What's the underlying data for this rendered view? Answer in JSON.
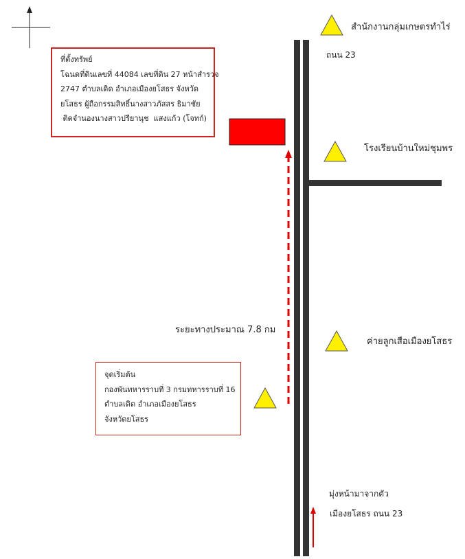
{
  "north_arrow": {
    "name": "north-arrow"
  },
  "property_box": {
    "title": "ที่ตั้งทรัพย์",
    "lines": [
      "โฉนดที่ดินเลขที่ 44084 เลขที่ดิน 27 หน้าสำรวจ",
      "2747 ตำบลเดิด อำเภอเมืองยโสธร จังหวัด",
      "ยโสธร ผู้ถือกรรมสิทธิ์นางสาวภัสสร ธิมาชัย",
      " ติดจำนองนางสาวปรียานุช  แสงแก้ว (โจทก์)"
    ]
  },
  "start_box": {
    "title": "จุดเริ่มต้น",
    "lines": [
      "กองพันทหารราบที่ 3 กรมทหารราบที่ 16",
      "ตำบลเดิด อำเภอเมืองยโสธร",
      "จังหวัดยโสธร"
    ]
  },
  "landmarks": {
    "office": "สำนักงานกลุ่มเกษตรทำไร่",
    "road_no": "ถนน 23",
    "school": "โรงเรียนบ้านใหม่ชุมพร",
    "scout_camp": "ค่ายลูกเสือเมืองยโสธร"
  },
  "distance_label": "ระยะทางประมาณ 7.8 กม",
  "direction_note": {
    "line1": "มุ่งหน้ามาจากตัว",
    "line2": "เมืองยโสธร ถนน 23"
  },
  "colors": {
    "road": "#333333",
    "landmark_marker": "#ffef00",
    "property_marker": "#ff0000",
    "route_arrow": "#dd0000",
    "box_border": "#cc2222"
  }
}
